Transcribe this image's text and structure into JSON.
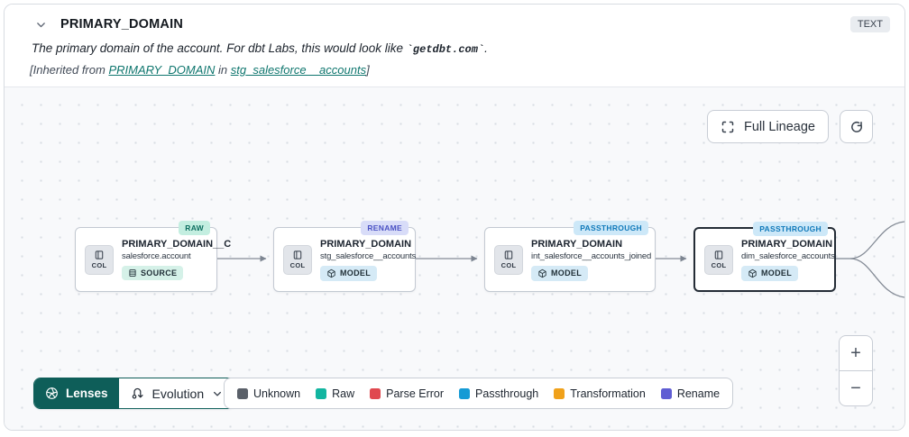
{
  "panel": {
    "title": "PRIMARY_DOMAIN",
    "type_badge": "TEXT",
    "description": {
      "prefix": "The primary domain of the account. For dbt Labs, this would look like ",
      "code": "`getdbt.com`",
      "suffix": "."
    },
    "inherited": {
      "prefix": "[Inherited from ",
      "column_link": "PRIMARY_DOMAIN",
      "middle": " in ",
      "model_link": "stg_salesforce__accounts",
      "suffix": "]"
    }
  },
  "toolbar": {
    "full_lineage": "Full Lineage"
  },
  "lineage": {
    "col_chip_label": "COL",
    "nodes": [
      {
        "evolution_badge": "RAW",
        "title": "PRIMARY_DOMAIN__C",
        "subtitle": "salesforce.account",
        "kind": "SOURCE"
      },
      {
        "evolution_badge": "RENAME",
        "title": "PRIMARY_DOMAIN",
        "subtitle": "stg_salesforce__accounts",
        "kind": "MODEL"
      },
      {
        "evolution_badge": "PASSTHROUGH",
        "title": "PRIMARY_DOMAIN",
        "subtitle": "int_salesforce__accounts_joined",
        "kind": "MODEL"
      },
      {
        "evolution_badge": "PASSTHROUGH",
        "title": "PRIMARY_DOMAIN",
        "subtitle": "dim_salesforce_accounts",
        "kind": "MODEL"
      }
    ]
  },
  "footer": {
    "lenses_label": "Lenses",
    "lens_selected": "Evolution",
    "legend": [
      {
        "label": "Unknown",
        "color": "#5a6069"
      },
      {
        "label": "Raw",
        "color": "#12b5a0"
      },
      {
        "label": "Parse Error",
        "color": "#e0484f"
      },
      {
        "label": "Passthrough",
        "color": "#169bd5"
      },
      {
        "label": "Transformation",
        "color": "#f0a11a"
      },
      {
        "label": "Rename",
        "color": "#5f5dd3"
      }
    ]
  },
  "zoom_controls": {
    "zoom_in": "+",
    "zoom_out": "−"
  },
  "colors": {
    "brand_teal": "#0e5e59",
    "link_teal": "#0f766e",
    "badge_raw_bg": "#c3eee0",
    "badge_rename_bg": "#d8dcf8",
    "badge_passthrough_bg": "#cde8f8"
  }
}
